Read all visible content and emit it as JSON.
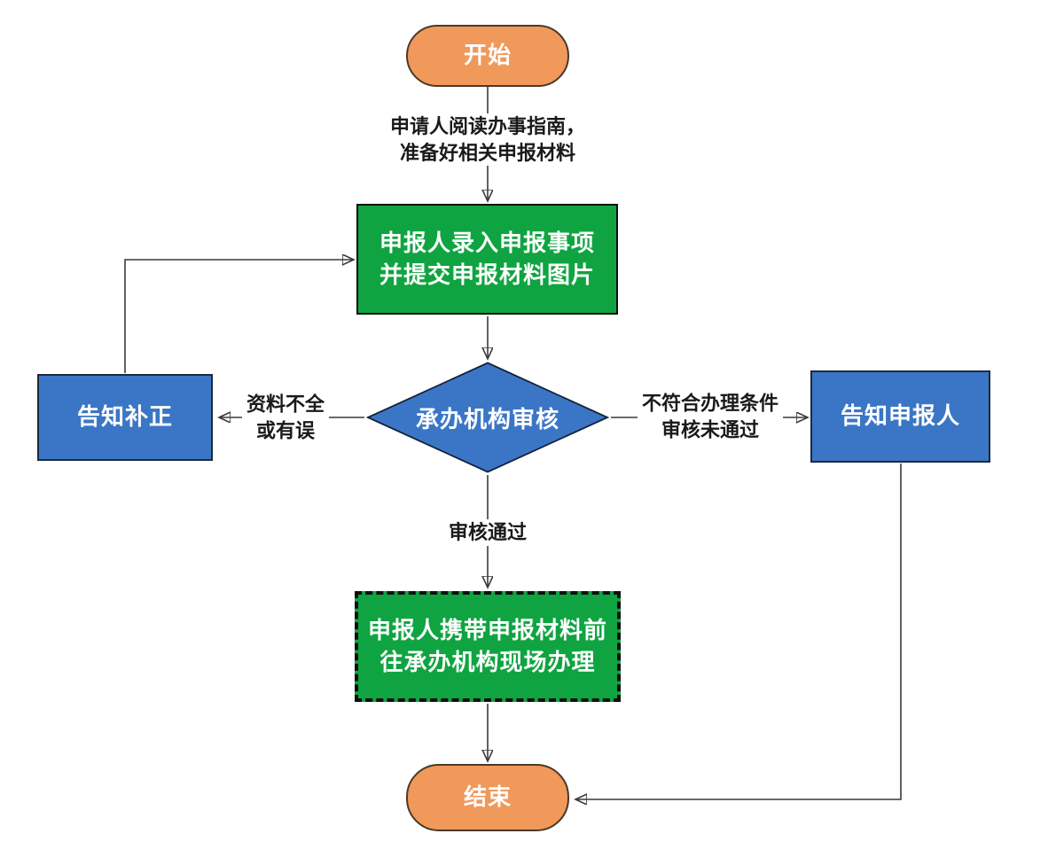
{
  "nodes": {
    "start": {
      "label": "开始"
    },
    "prepare_note": {
      "lines": [
        "申请人阅读办事指南，",
        "准备好相关申报材料"
      ]
    },
    "submit": {
      "lines": [
        "申报人录入申报事项",
        "并提交申报材料图片"
      ]
    },
    "review": {
      "label": "承办机构审核"
    },
    "notify_correction": {
      "label": "告知补正"
    },
    "notify_applicant": {
      "label": "告知申报人"
    },
    "onsite": {
      "lines": [
        "申报人携带申报材料前",
        "往承办机构现场办理"
      ]
    },
    "end": {
      "label": "结束"
    }
  },
  "edge_labels": {
    "incomplete": {
      "lines": [
        "资料不全",
        "或有误"
      ]
    },
    "rejected": {
      "lines": [
        "不符合办理条件",
        "审核未通过"
      ]
    },
    "approved": "审核通过"
  },
  "colors": {
    "orange": "#F0995A",
    "green": "#0FA441",
    "blue": "#3B76C6",
    "line": "#3A3A3A",
    "shape_text": "#FFFFFF",
    "label_text": "#1A1A1A"
  }
}
